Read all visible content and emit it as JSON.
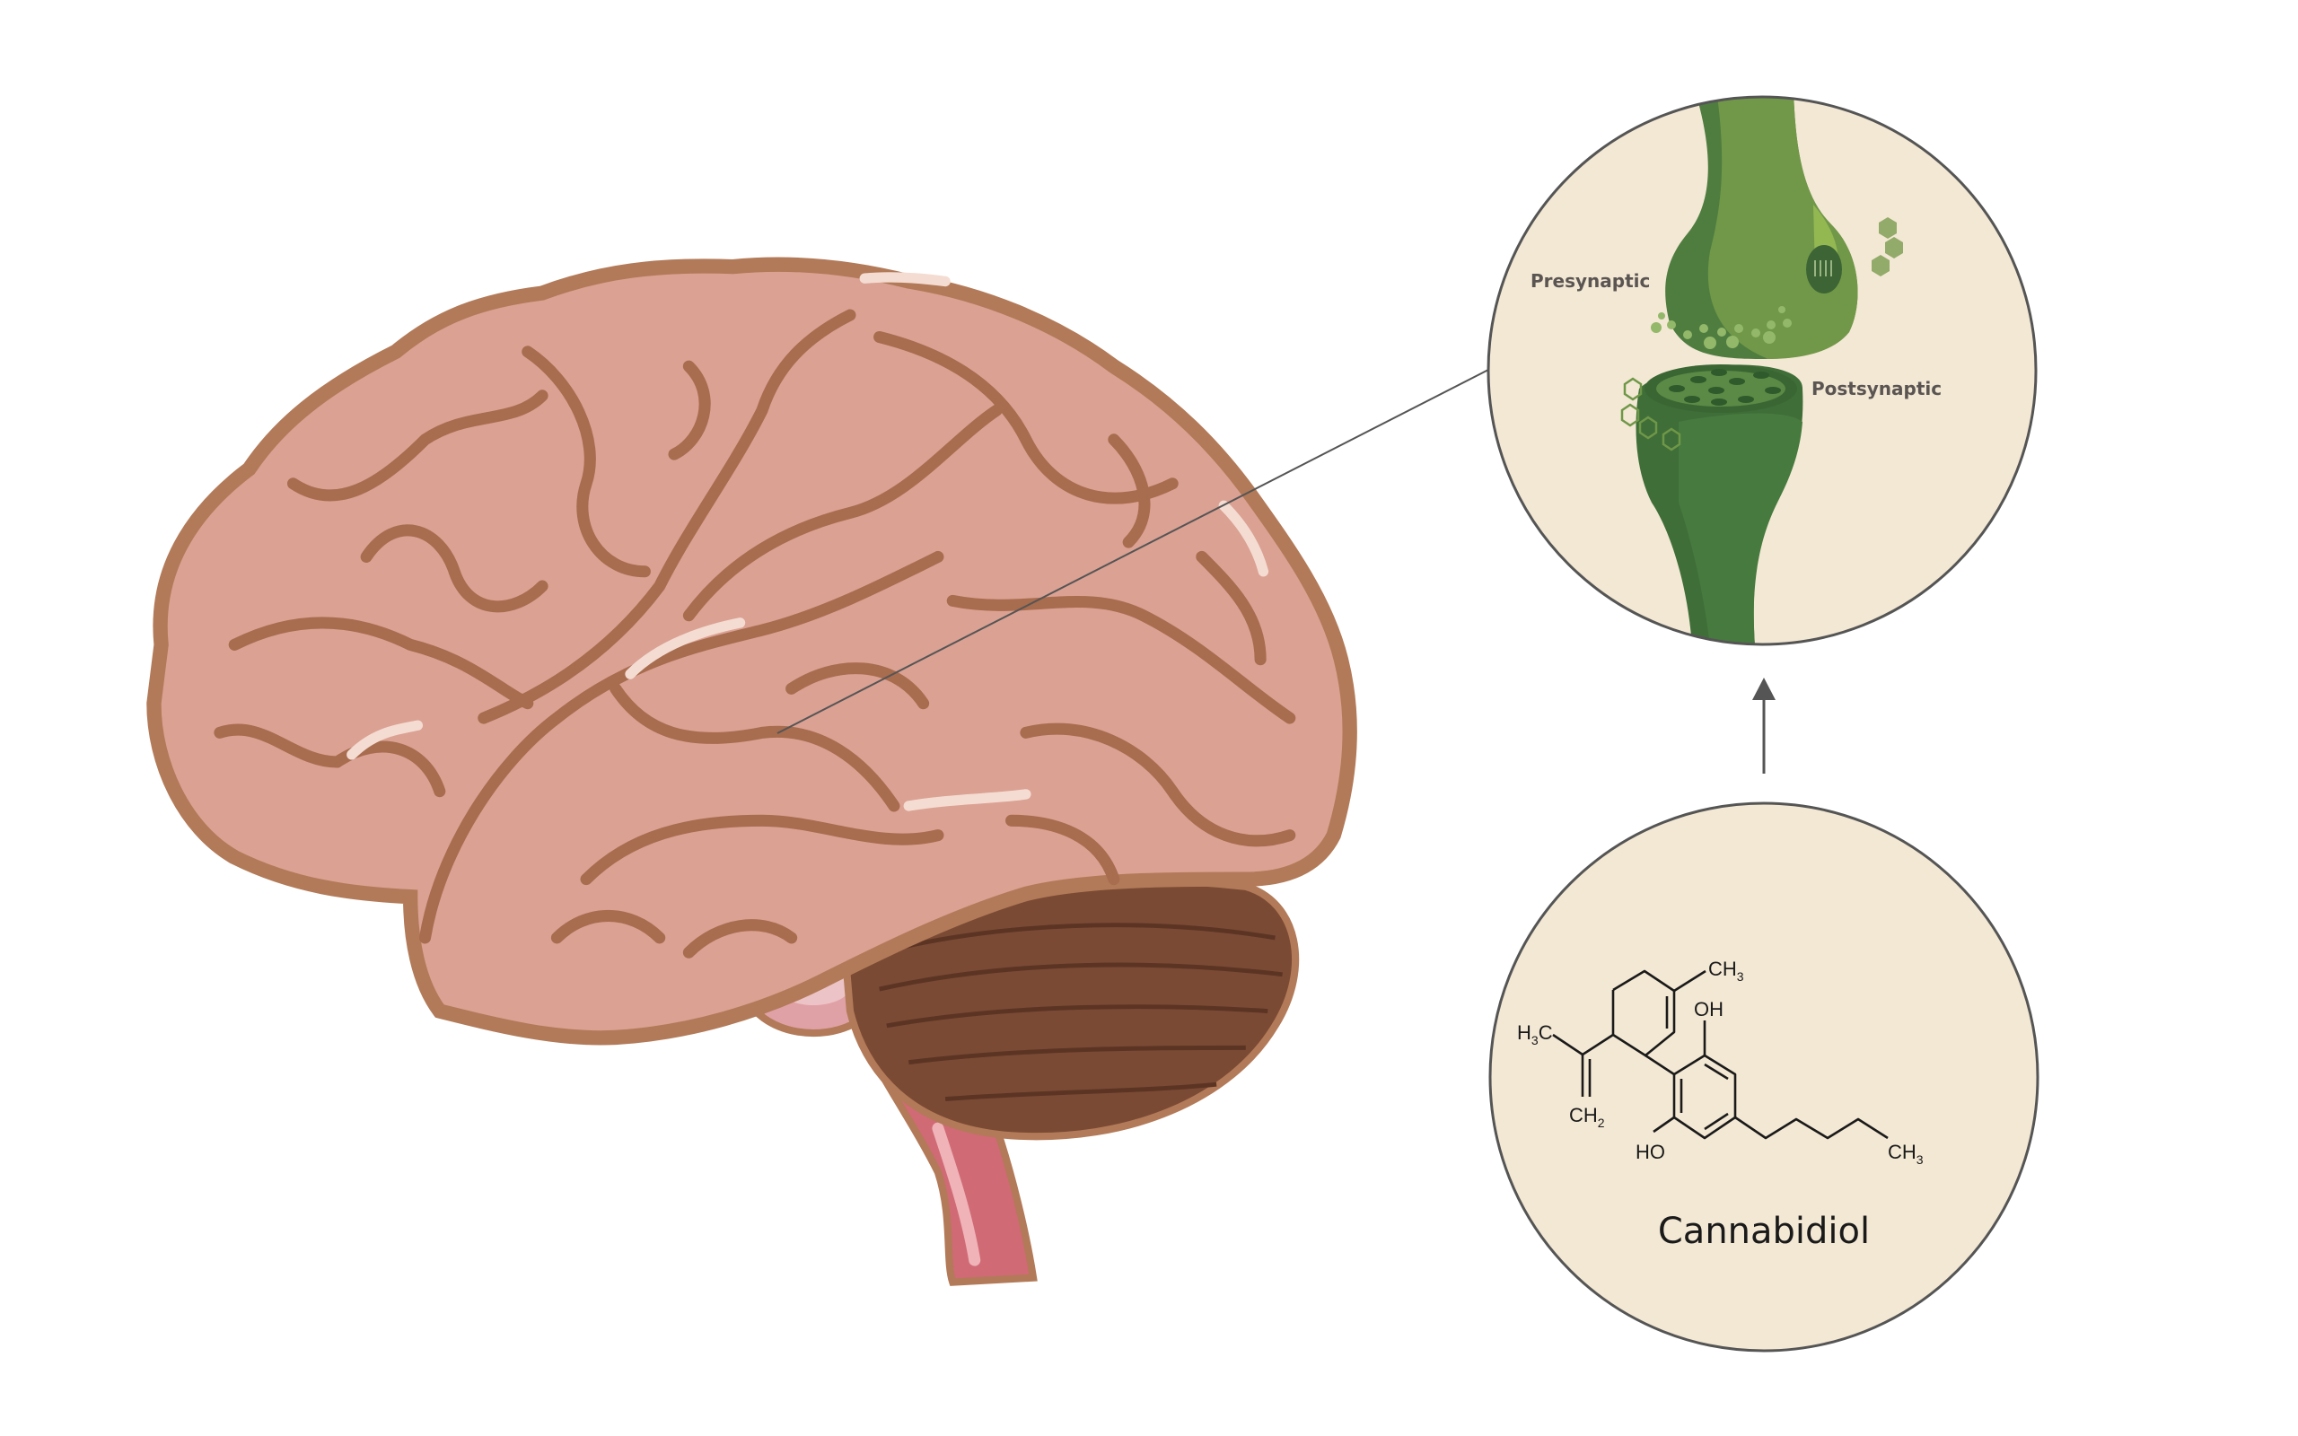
{
  "labels": {
    "presynaptic": "Presynaptic",
    "postsynaptic": "Postsynaptic",
    "molecule_name": "Cannabidiol"
  },
  "formula_labels": {
    "ch3_top": "CH",
    "ch3_top_sub": "3",
    "oh": "OH",
    "h3c": "H",
    "h3c_sub": "3",
    "h3c_c": "C",
    "ch2": "CH",
    "ch2_sub": "2",
    "ho": "HO",
    "ch3_tail": "CH",
    "ch3_tail_sub": "3"
  },
  "colors": {
    "brain_fill": "#dba193",
    "brain_outline": "#b27a58",
    "sulci": "#a86c4e",
    "cerebellum": "#7a4a34",
    "brainstem": "#d06a75",
    "circle_fill": "#f3e8d4",
    "presynaptic_green": "#6f9748",
    "postsynaptic_green": "#3f6e38"
  }
}
